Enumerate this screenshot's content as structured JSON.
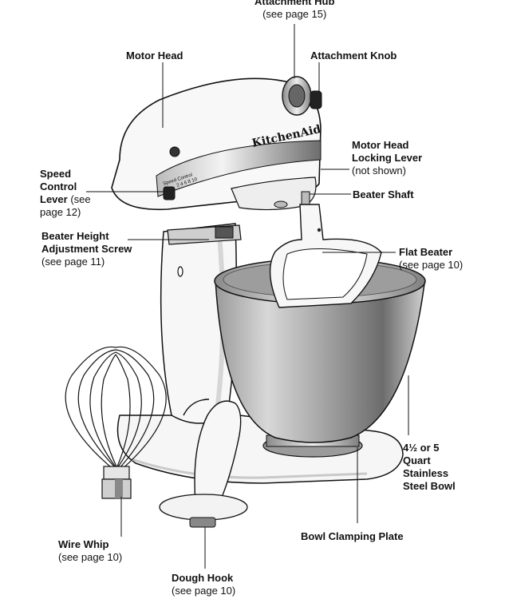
{
  "labels": {
    "attachment_hub": {
      "title": "Attachment Hub",
      "ref": "(see page 15)"
    },
    "motor_head": {
      "title": "Motor Head"
    },
    "attachment_knob": {
      "title": "Attachment Knob"
    },
    "motor_head_locking_lever": {
      "line1": "Motor Head",
      "line2": "Locking Lever",
      "note": "(not shown)"
    },
    "speed_control_lever": {
      "line1": "Speed",
      "line2": "Control",
      "line3": "Lever",
      "ref_a": "(see",
      "ref_b": "page 12)"
    },
    "beater_shaft": {
      "title": "Beater Shaft"
    },
    "beater_height": {
      "line1": "Beater Height",
      "line2": "Adjustment Screw",
      "ref": "(see page 11)"
    },
    "flat_beater": {
      "title": "Flat Beater",
      "ref": "(see page 10)"
    },
    "bowl": {
      "line1": "4½ or 5",
      "line2": "Quart",
      "line3": "Stainless",
      "line4": "Steel Bowl"
    },
    "wire_whip": {
      "title": "Wire Whip",
      "ref": "(see page 10)"
    },
    "bowl_clamping_plate": {
      "title": "Bowl Clamping Plate"
    },
    "dough_hook": {
      "title": "Dough Hook",
      "ref": "(see page 10)"
    }
  },
  "mixer_text": {
    "brand": "KitchenAid",
    "speed_panel": "Speed Control",
    "speed_numbers": "2  4  6  8  10"
  },
  "colors": {
    "body": "#f4f4f4",
    "outline": "#111111",
    "steel_dark": "#7a7a7a",
    "steel_light": "#e8e8e8"
  }
}
